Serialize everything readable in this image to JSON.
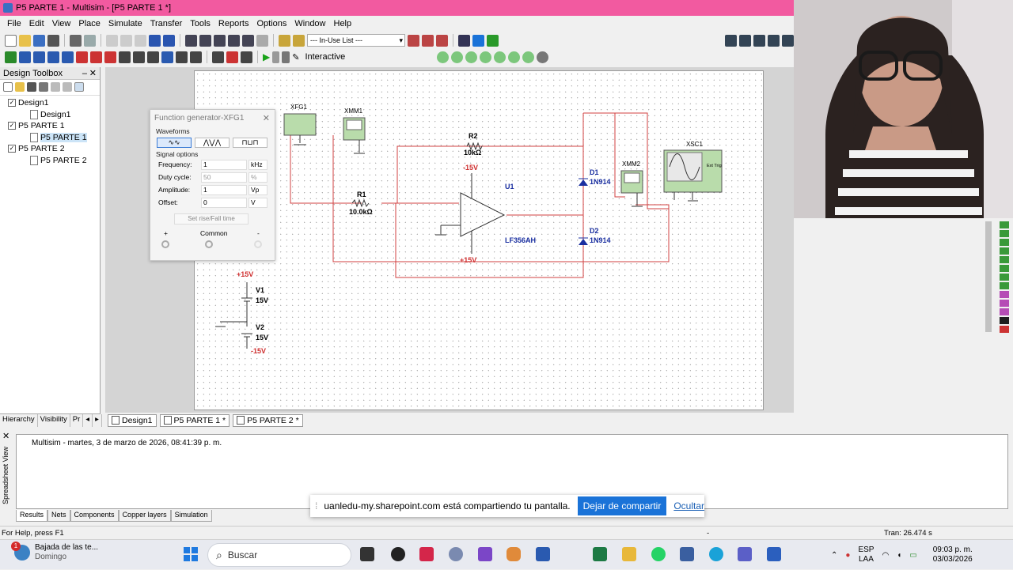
{
  "window": {
    "title": "P5 PARTE 1 - Multisim - [P5 PARTE 1 *]"
  },
  "menu": [
    "File",
    "Edit",
    "View",
    "Place",
    "Simulate",
    "Transfer",
    "Tools",
    "Reports",
    "Options",
    "Window",
    "Help"
  ],
  "toolbar": {
    "in_use_list": "--- In-Use List ---",
    "interactive": "Interactive"
  },
  "toolbox": {
    "title": "Design Toolbox",
    "tree": [
      {
        "label": "Design1",
        "level": 0
      },
      {
        "label": "Design1",
        "level": 1
      },
      {
        "label": "P5 PARTE 1",
        "level": 0
      },
      {
        "label": "P5 PARTE 1",
        "level": 1
      },
      {
        "label": "P5 PARTE 2",
        "level": 0
      },
      {
        "label": "P5 PARTE 2",
        "level": 1
      }
    ],
    "tabs": [
      "Hierarchy",
      "Visibility",
      "Pr"
    ]
  },
  "sheet_tabs": [
    "Design1",
    "P5 PARTE 1 *",
    "P5 PARTE 2 *"
  ],
  "function_generator": {
    "title": "Function generator-XFG1",
    "waveforms_label": "Waveforms",
    "signal_options_label": "Signal options",
    "fields": [
      {
        "name": "Frequency:",
        "value": "1",
        "unit": "kHz",
        "enabled": true
      },
      {
        "name": "Duty cycle:",
        "value": "50",
        "unit": "%",
        "enabled": false
      },
      {
        "name": "Amplitude:",
        "value": "1",
        "unit": "Vp",
        "enabled": true
      },
      {
        "name": "Offset:",
        "value": "0",
        "unit": "V",
        "enabled": true
      }
    ],
    "rise_fall_button": "Set rise/Fall time",
    "terminal_plus": "+",
    "terminal_common": "Common",
    "terminal_minus": "-"
  },
  "schematic": {
    "xfg": "XFG1",
    "xmm1": "XMM1",
    "xmm2": "XMM2",
    "xsc": "XSC1",
    "r2": {
      "name": "R2",
      "value": "10kΩ"
    },
    "r1": {
      "name": "R1",
      "value": "10.0kΩ"
    },
    "u1": {
      "name": "U1",
      "part": "LF356AH"
    },
    "neg15": "-15V",
    "pos15": "+15V",
    "d1": {
      "name": "D1",
      "part": "1N914"
    },
    "d2": {
      "name": "D2",
      "part": "1N914"
    },
    "v1": {
      "name": "V1",
      "value": "15V"
    },
    "v2": {
      "name": "V2",
      "value": "15V"
    },
    "supply_pos": "+15V",
    "supply_neg": "-15V",
    "ext_trig": "Ext Trig"
  },
  "spreadsheet_view": {
    "label": "Spreadsheet View"
  },
  "results": {
    "message": "Multisim  -  martes, 3 de marzo de 2026, 08:41:39 p. m.",
    "tabs": [
      "Results",
      "Nets",
      "Components",
      "Copper layers",
      "Simulation"
    ]
  },
  "status": {
    "help": "For Help, press F1",
    "dash": "-",
    "tran": "Tran: 26.474 s"
  },
  "share_bar": {
    "message": "uanledu-my.sharepoint.com está compartiendo tu pantalla.",
    "stop_button": "Dejar de compartir",
    "hide_link": "Ocultar"
  },
  "taskbar": {
    "news_title": "Bajada de las te...",
    "news_sub": "Domingo",
    "news_badge": "1",
    "search": "Buscar",
    "lang": "ESP",
    "lang2": "LAA",
    "time": "09:03 p. m.",
    "date": "03/03/2026"
  },
  "colors": {
    "title_bar": "#f25aa0",
    "accent": "#1a73d8",
    "wire": "#d04040",
    "part_blue": "#1a2fa0"
  }
}
